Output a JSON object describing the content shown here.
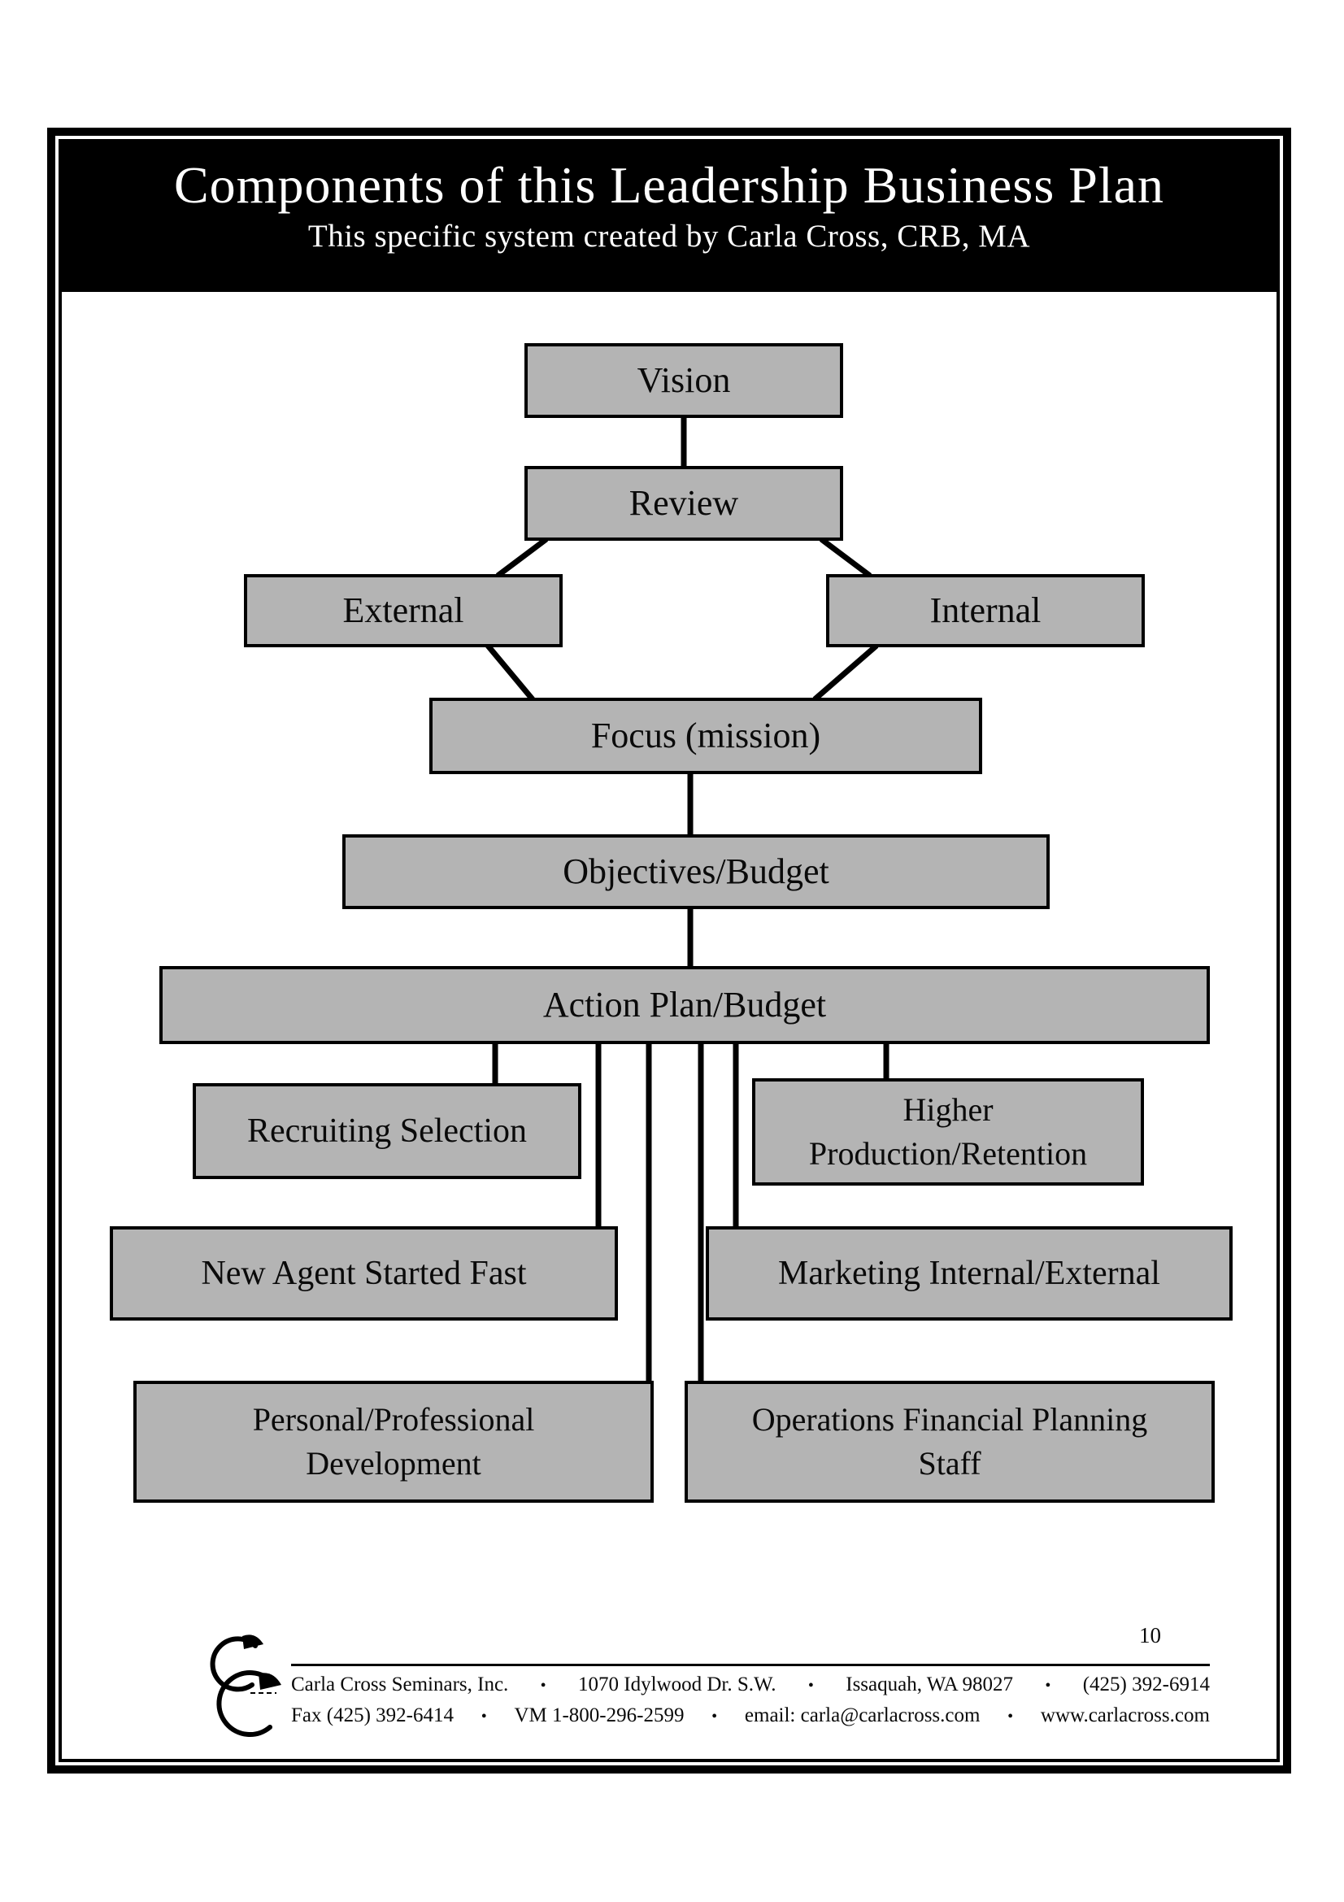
{
  "header": {
    "title": "Components of this Leadership Business Plan",
    "subtitle": "This specific system created by Carla Cross, CRB, MA"
  },
  "diagram": {
    "nodes": [
      {
        "id": "vision",
        "label": "Vision"
      },
      {
        "id": "review",
        "label": "Review"
      },
      {
        "id": "external",
        "label": "External"
      },
      {
        "id": "internal",
        "label": "Internal"
      },
      {
        "id": "focus",
        "label": "Focus (mission)"
      },
      {
        "id": "objectives",
        "label": "Objectives/Budget"
      },
      {
        "id": "action",
        "label": "Action Plan/Budget"
      },
      {
        "id": "recruiting",
        "label": "Recruiting Selection"
      },
      {
        "id": "higher",
        "label": "Higher\nProduction/Retention"
      },
      {
        "id": "newagent",
        "label": "New Agent Started Fast"
      },
      {
        "id": "marketing",
        "label": "Marketing Internal/External"
      },
      {
        "id": "personal",
        "label": "Personal/Professional\nDevelopment"
      },
      {
        "id": "operations",
        "label": "Operations Financial Planning\nStaff"
      }
    ],
    "edges": [
      [
        "vision",
        "review"
      ],
      [
        "review",
        "external"
      ],
      [
        "review",
        "internal"
      ],
      [
        "external",
        "focus"
      ],
      [
        "internal",
        "focus"
      ],
      [
        "focus",
        "objectives"
      ],
      [
        "objectives",
        "action"
      ],
      [
        "action",
        "recruiting"
      ],
      [
        "action",
        "newagent"
      ],
      [
        "action",
        "personal"
      ],
      [
        "action",
        "operations"
      ],
      [
        "action",
        "marketing"
      ],
      [
        "action",
        "higher"
      ]
    ]
  },
  "footer": {
    "page_number": "10",
    "bullet": "•",
    "logo_name": "carla-cross-logo",
    "line1_items": [
      "Carla Cross Seminars, Inc.",
      "1070 Idylwood Dr. S.W.",
      "Issaquah, WA 98027",
      "(425) 392-6914"
    ],
    "line2_items": [
      "Fax (425) 392-6414",
      "VM 1-800-296-2599",
      "email: carla@carlacross.com",
      "www.carlacross.com"
    ]
  },
  "colors": {
    "box_fill": "#b4b4b4",
    "box_border": "#000000",
    "band_bg": "#000000",
    "band_text": "#ffffff"
  }
}
